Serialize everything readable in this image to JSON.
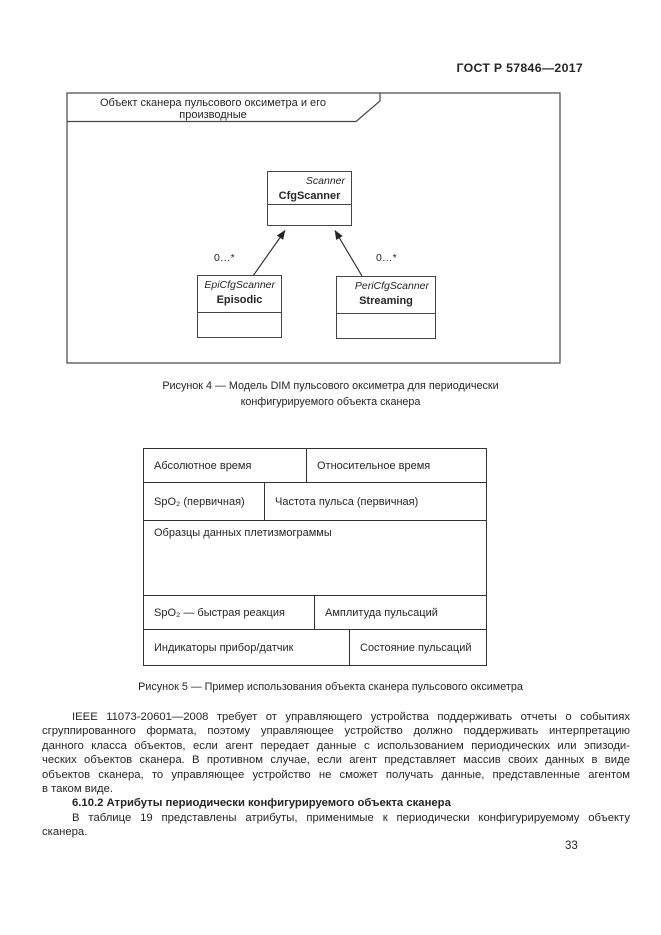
{
  "page": {
    "header": "ГОСТ Р 57846—2017",
    "number": "33"
  },
  "figure4": {
    "package_label": "Объект сканера пульсового оксиметра и его производные",
    "parent_class": {
      "stereotype": "Scanner",
      "name": "CfgScanner"
    },
    "left_class": {
      "stereotype": "EpiCfgScanner",
      "name": "Episodic",
      "multiplicity": "0...*"
    },
    "right_class": {
      "stereotype": "PeriCfgScanner",
      "name": "Streaming",
      "multiplicity": "0...*"
    },
    "caption_line1": "Рисунок 4 — Модель DIM пульсового оксиметра для периодически",
    "caption_line2": "конфигурируемого объекта сканера"
  },
  "figure5": {
    "rows": [
      [
        "Абсолютное время",
        "Относительное время"
      ],
      [
        "SpO₂ (первичная)",
        "Частота пульса (первичная)"
      ],
      [
        "Образцы данных плетизмограммы"
      ],
      [
        "SpO₂ — быстрая реакция",
        "Амплитуда пульсаций"
      ],
      [
        "Индикаторы прибор/датчик",
        "Состояние пульсаций"
      ]
    ],
    "caption": "Рисунок 5 — Пример использования объекта сканера пульсового оксиметра"
  },
  "body": {
    "p1_lines": [
      "IEEE 11073-20601—2008 требует от управляющего устройства поддерживать отчеты о событиях",
      "сгруппированного формата, поэтому управляющее устройство должно поддерживать интерпретацию",
      "данного класса объектов, если агент передает данные с использованием периодических или эпизоди-",
      "ческих объектов сканера. В противном случае, если агент представляет массив своих данных в виде",
      "объектов сканера, то управляющее устройство не сможет получать данные, представленные агентом",
      "в таком виде."
    ],
    "heading": "6.10.2 Атрибуты периодически конфигурируемого объекта сканера",
    "p2_lines": [
      "В таблице 19 представлены атрибуты, применимые к периодически конфигурируемому объекту",
      "сканера."
    ]
  }
}
